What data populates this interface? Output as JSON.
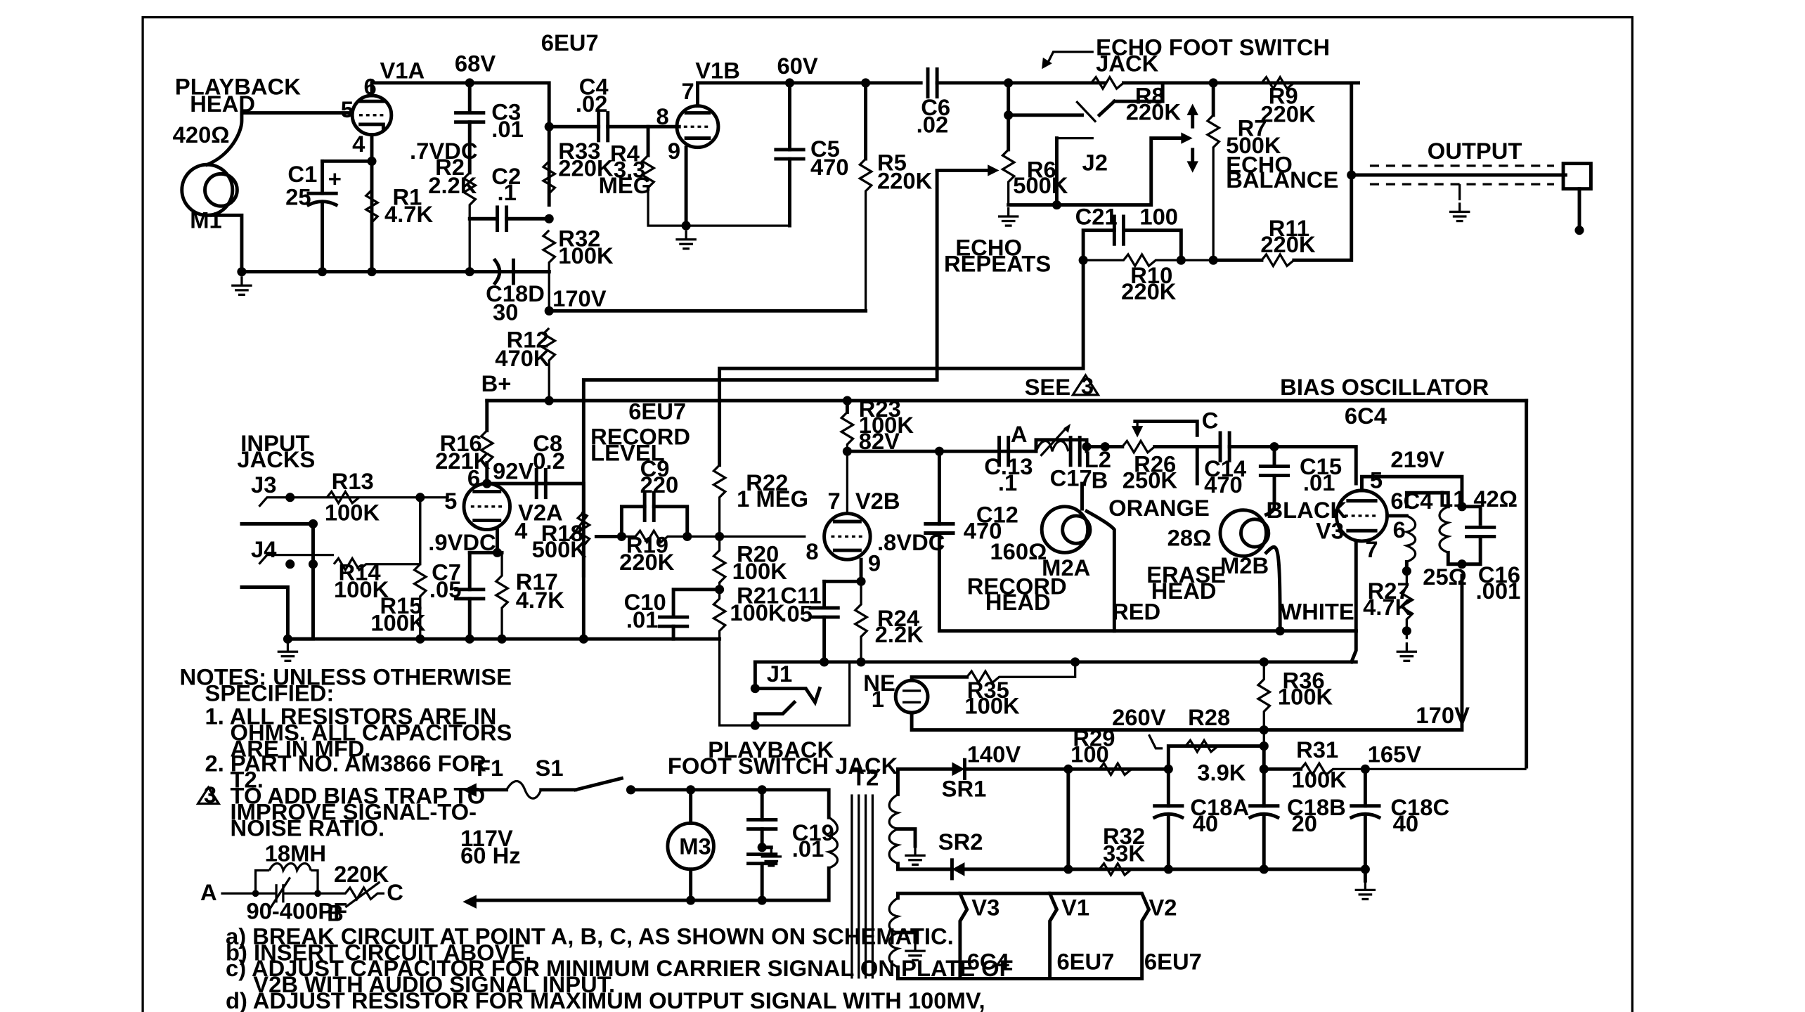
{
  "title_tube": "6EU7",
  "v1a": {
    "name": "V1A",
    "plate_v": "68V",
    "grid_pin": "5",
    "plate_pin": "6",
    "cath_pin": "4",
    "cath_v": ".7VDC"
  },
  "v1b": {
    "name": "V1B",
    "plate_v": "60V",
    "plate_pin": "7",
    "grid_pin": "8",
    "cath_pin": "9"
  },
  "playback_head": {
    "label1": "PLAYBACK",
    "label2": "HEAD",
    "imp": "420Ω",
    "ref": "M1"
  },
  "c1": {
    "ref": "C1",
    "val": "25",
    "pol": "+"
  },
  "r1": {
    "ref": "R1",
    "val": "4.7K"
  },
  "c3": {
    "ref": "C3",
    "val": ".01"
  },
  "r2": {
    "ref": "R2",
    "val": "2.2K"
  },
  "c2": {
    "ref": "C2",
    "val": ".1"
  },
  "c4": {
    "ref": "C4",
    "val": ".02"
  },
  "r33": {
    "ref": "R33",
    "val": "220K"
  },
  "r4": {
    "ref": "R4",
    "val1": "3.3",
    "val2": "MEG"
  },
  "r32": {
    "ref": "R32",
    "val": "100K"
  },
  "c18d": {
    "ref": "C18D",
    "val": "30"
  },
  "v170": "170V",
  "r12": {
    "ref": "R12",
    "val": "470K"
  },
  "bplus": "B+",
  "c5": {
    "ref": "C5",
    "val": "470"
  },
  "r5": {
    "ref": "R5",
    "val": "220K"
  },
  "c6": {
    "ref": "C6",
    "val": ".02"
  },
  "echo_jack": {
    "l1": "ECHO FOOT  SWITCH",
    "l2": "JACK"
  },
  "r8": {
    "ref": "R8",
    "val": "220K"
  },
  "r9": {
    "ref": "R9",
    "val": "220K"
  },
  "r7": {
    "ref": "R7",
    "val": "500K",
    "l1": "ECHO",
    "l2": "BALANCE"
  },
  "r6": {
    "ref": "R6",
    "val": "500K"
  },
  "j2": "J2",
  "output": "OUTPUT",
  "c21": {
    "ref": "C21",
    "val": "100"
  },
  "r10": {
    "ref": "R10",
    "val": "220K"
  },
  "r11": {
    "ref": "R11",
    "val": "220K"
  },
  "echo_repeats": {
    "l1": "ECHO",
    "l2": "REPEATS"
  },
  "see": "SEE",
  "note3": "3",
  "bias_osc": "BIAS OSCILLATOR",
  "v2_tube": "6EU7",
  "v3_tube": "6C4",
  "input_jacks": {
    "l1": "INPUT",
    "l2": "JACKS"
  },
  "j3": "J3",
  "j4": "J4",
  "r13": {
    "ref": "R13",
    "val": "100K"
  },
  "r14": {
    "ref": "R14",
    "val": "100K"
  },
  "r15": {
    "ref": "R15",
    "val": "100K"
  },
  "r16": {
    "ref": "R16",
    "val": "221K"
  },
  "v2a": {
    "name": "V2A",
    "plate_pin": "6",
    "plate_v": "92V",
    "grid_pin": "5",
    "cath_pin": "4",
    "cath_v": ".9VDC"
  },
  "c8": {
    "ref": "C8",
    "val": "0.2"
  },
  "record_level": {
    "l1": "RECORD",
    "l2": "LEVEL"
  },
  "r18": {
    "ref": "R18",
    "val": "500K"
  },
  "c7": {
    "ref": "C7",
    "val": ".05"
  },
  "r17": {
    "ref": "R17",
    "val": "4.7K"
  },
  "c9": {
    "ref": "C9",
    "val": "220"
  },
  "r19": {
    "ref": "R19",
    "val": "220K"
  },
  "r22": {
    "ref": "R22",
    "val": "1 MEG"
  },
  "r20": {
    "ref": "R20",
    "val": "100K"
  },
  "r21": {
    "ref": "R21",
    "val": "100K"
  },
  "c10": {
    "ref": "C10",
    "val": ".01"
  },
  "r23": {
    "ref": "R23",
    "val": "100K",
    "v": "82V"
  },
  "v2b": {
    "name": "V2B",
    "plate_pin": "7",
    "grid_pin": "8",
    "cath_pin": "9",
    "cath_v": ".8VDC"
  },
  "c11": {
    "ref": "C11",
    "val": ".05"
  },
  "r24": {
    "ref": "R24",
    "val": "2.2K"
  },
  "c12": {
    "ref": "C12",
    "val": "470"
  },
  "c13": {
    "ref": "C.13",
    "val": ".1"
  },
  "pt_a": "A",
  "pt_b": "B",
  "pt_c": "C",
  "c17": "C17",
  "l2": "L2",
  "r26": {
    "ref": "R26",
    "val": "250K"
  },
  "c14": {
    "ref": "C14",
    "val": "470"
  },
  "c15": {
    "ref": "C15",
    "val": ".01"
  },
  "orange": "ORANGE",
  "black": "BLACK",
  "record_head": {
    "imp": "160Ω",
    "ref": "M2A",
    "l1": "RECORD",
    "l2": "HEAD"
  },
  "erase_head": {
    "imp": "28Ω",
    "ref": "M2B",
    "l1": "ERASE",
    "l2": "HEAD"
  },
  "red": "RED",
  "white": "WHITE",
  "v3": {
    "name": "V3",
    "plate_pin": "5",
    "cath_pin": "7",
    "grid_pin": "6",
    "tube": "6C4",
    "v": "219V"
  },
  "l1": {
    "ref": "L1",
    "imp": "42Ω",
    "imp2": "25Ω"
  },
  "c16": {
    "ref": "C16",
    "val": ".001"
  },
  "r27": {
    "ref": "R27",
    "val": "4.7K"
  },
  "j1": "J1",
  "ne1": {
    "l1": "NE",
    "l2": "1"
  },
  "r35": {
    "ref": "R35",
    "val": "100K"
  },
  "r36": {
    "ref": "R36",
    "val": "100K"
  },
  "v170b": "170V",
  "v260": "260V",
  "r28": {
    "ref": "R28",
    "val": "3.9K"
  },
  "r29": {
    "ref": "R29",
    "val": "100"
  },
  "v140": "140V",
  "r31": {
    "ref": "R31",
    "val": "100K"
  },
  "v165": "165V",
  "sr1": "SR1",
  "sr2": "SR2",
  "c18a": {
    "ref": "C18A",
    "val": "40"
  },
  "c18b": {
    "ref": "C18B",
    "val": "20"
  },
  "c18c": {
    "ref": "C18C",
    "val": "40"
  },
  "r32b": {
    "ref": "R32",
    "val": "33K"
  },
  "t2": "T2",
  "playback_jack": {
    "l1": "PLAYBACK",
    "l2": "FOOT SWITCH JACK"
  },
  "f1": "F1",
  "s1": "S1",
  "m3": "M3",
  "c19": {
    "ref": "C19",
    "val": ".01"
  },
  "mains": {
    "l1": "117V",
    "l2": "60 Hz"
  },
  "heaters": [
    {
      "ref": "V3",
      "tube": "6C4"
    },
    {
      "ref": "V1",
      "tube": "6EU7"
    },
    {
      "ref": "V2",
      "tube": "6EU7"
    }
  ],
  "notes": {
    "head1": "NOTES: UNLESS OTHERWISE",
    "head2": "SPECIFIED:",
    "n1a": "1.  ALL RESISTORS ARE IN",
    "n1b": "OHMS. ALL CAPACITORS",
    "n1c": "ARE IN MFD.",
    "n2a": "2.  PART NO. AM3866 FOR",
    "n2b": "T2.",
    "n3num": "3",
    "n3a": "TO ADD BIAS TRAP TO",
    "n3b": "IMPROVE SIGNAL-TO-",
    "n3c": "NOISE RATIO.",
    "trap_l": "18MH",
    "trap_r": "220K",
    "trap_c": "90-400PF",
    "trap_a": "A",
    "trap_b": "B",
    "trap_cc": "C",
    "sa": "a)   BREAK CIRCUIT AT POINT A, B, C, AS SHOWN ON SCHEMATIC.",
    "sb": "b)   INSERT CIRCUIT ABOVE.",
    "sc1": "c)   ADJUST CAPACITOR FOR MINIMUM CARRIER SIGNAL ON PLATE OF",
    "sc2": "V2B WITH AUDIO SIGNAL INPUT.",
    "sd": "d)   ADJUST RESISTOR FOR MAXIMUM OUTPUT SIGNAL WITH 100MV,"
  }
}
